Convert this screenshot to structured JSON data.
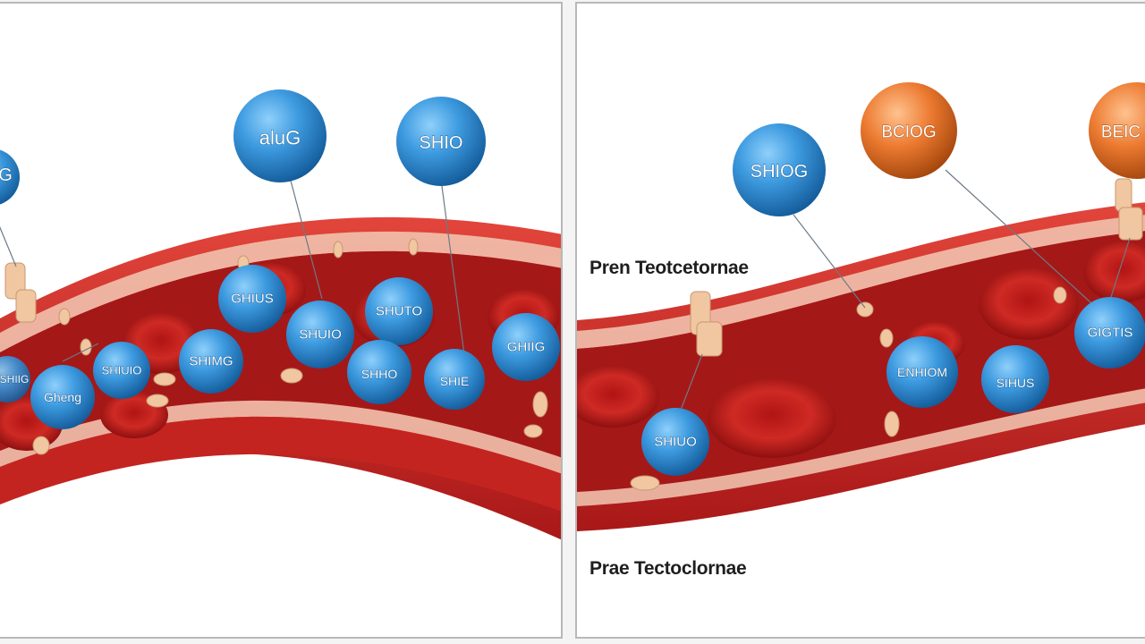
{
  "left_panel": {
    "molecule_labels": {
      "edge": "G",
      "top_a": "aluG",
      "top_b": "SHIO",
      "v1": "GHIUS",
      "v2": "SHUIO",
      "v3": "SHUTO",
      "v4": "GHIIG",
      "v5": "SHIMG",
      "v6": "SHIUIO",
      "v7": "Gheng",
      "v8": "SHHO",
      "v9": "SHIE",
      "v10": "SHIIG"
    }
  },
  "right_panel": {
    "caption_top": "Pren Teotcetornae",
    "caption_bottom": "Prae Tectoclornae",
    "molecule_labels": {
      "shbg": "SHIOG",
      "orange1": "BCIOG",
      "orange2": "BEIC",
      "v1": "GIGTIS",
      "v2": "ENHIOM",
      "v3": "SIHUS",
      "v4": "SHIUO"
    }
  },
  "colors": {
    "background": "#ffffff",
    "vessel_wall": "#c8201f",
    "vessel_interior": "#a81a1a",
    "blood_cell": "#c82222",
    "molecule_blue": "#2f8fd9",
    "molecule_orange": "#e8732a",
    "receptor": "#f0c7a0"
  },
  "icons": {
    "molecule": "sphere",
    "receptor": "protein-anchor",
    "blood_cell": "red-blood-cell"
  }
}
